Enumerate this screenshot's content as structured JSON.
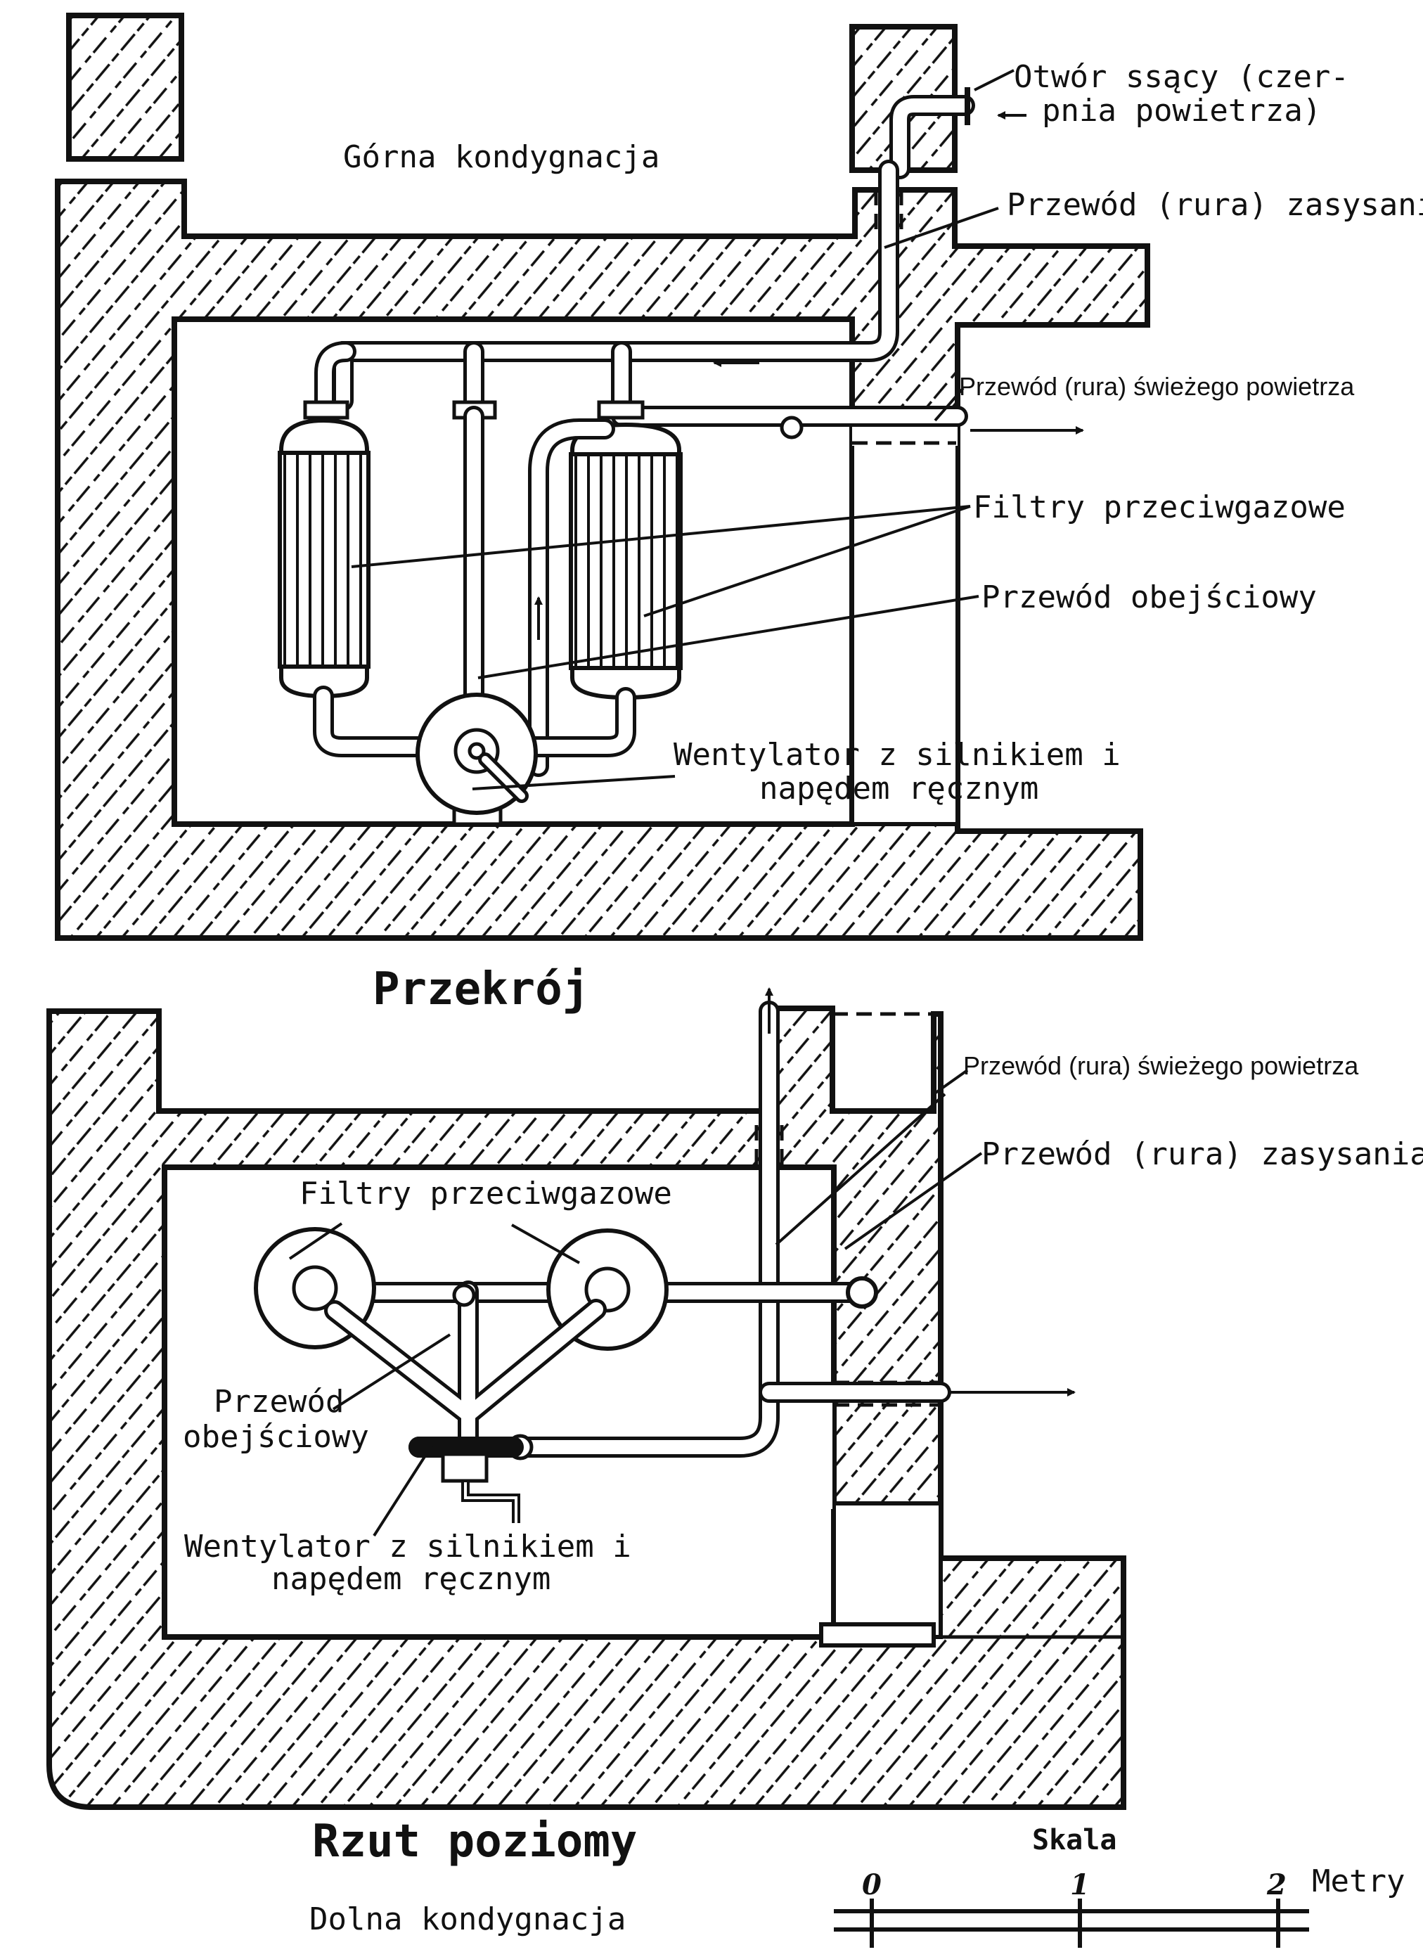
{
  "section_view": {
    "title": "Przekrój",
    "upper_floor_label": "Górna kondygnacja",
    "labels": {
      "intake_opening_line1": "Otwór ssący (czer-",
      "intake_opening_line2": "pnia powietrza)",
      "suction_pipe": "Przewód (rura) zasysania",
      "fresh_air_pipe": "Przewód (rura) świeżego powietrza",
      "gas_filters": "Filtry przeciwgazowe",
      "bypass_pipe": "Przewód obejściowy",
      "fan_line1": "Wentylator z silnikiem i",
      "fan_line2": "napędem ręcznym"
    }
  },
  "plan_view": {
    "title": "Rzut poziomy",
    "lower_floor_label": "Dolna kondygnacja",
    "labels": {
      "fresh_air_pipe": "Przewód (rura) świeżego powietrza",
      "suction_pipe": "Przewód (rura) zasysania",
      "gas_filters": "Filtry przeciwgazowe",
      "bypass_line1": "Przewód",
      "bypass_line2": "obejściowy",
      "fan_line1": "Wentylator z silnikiem i",
      "fan_line2": "napędem ręcznym"
    }
  },
  "scale_bar": {
    "title": "Skala",
    "ticks": [
      "0",
      "1",
      "2"
    ],
    "unit": "Metry"
  }
}
